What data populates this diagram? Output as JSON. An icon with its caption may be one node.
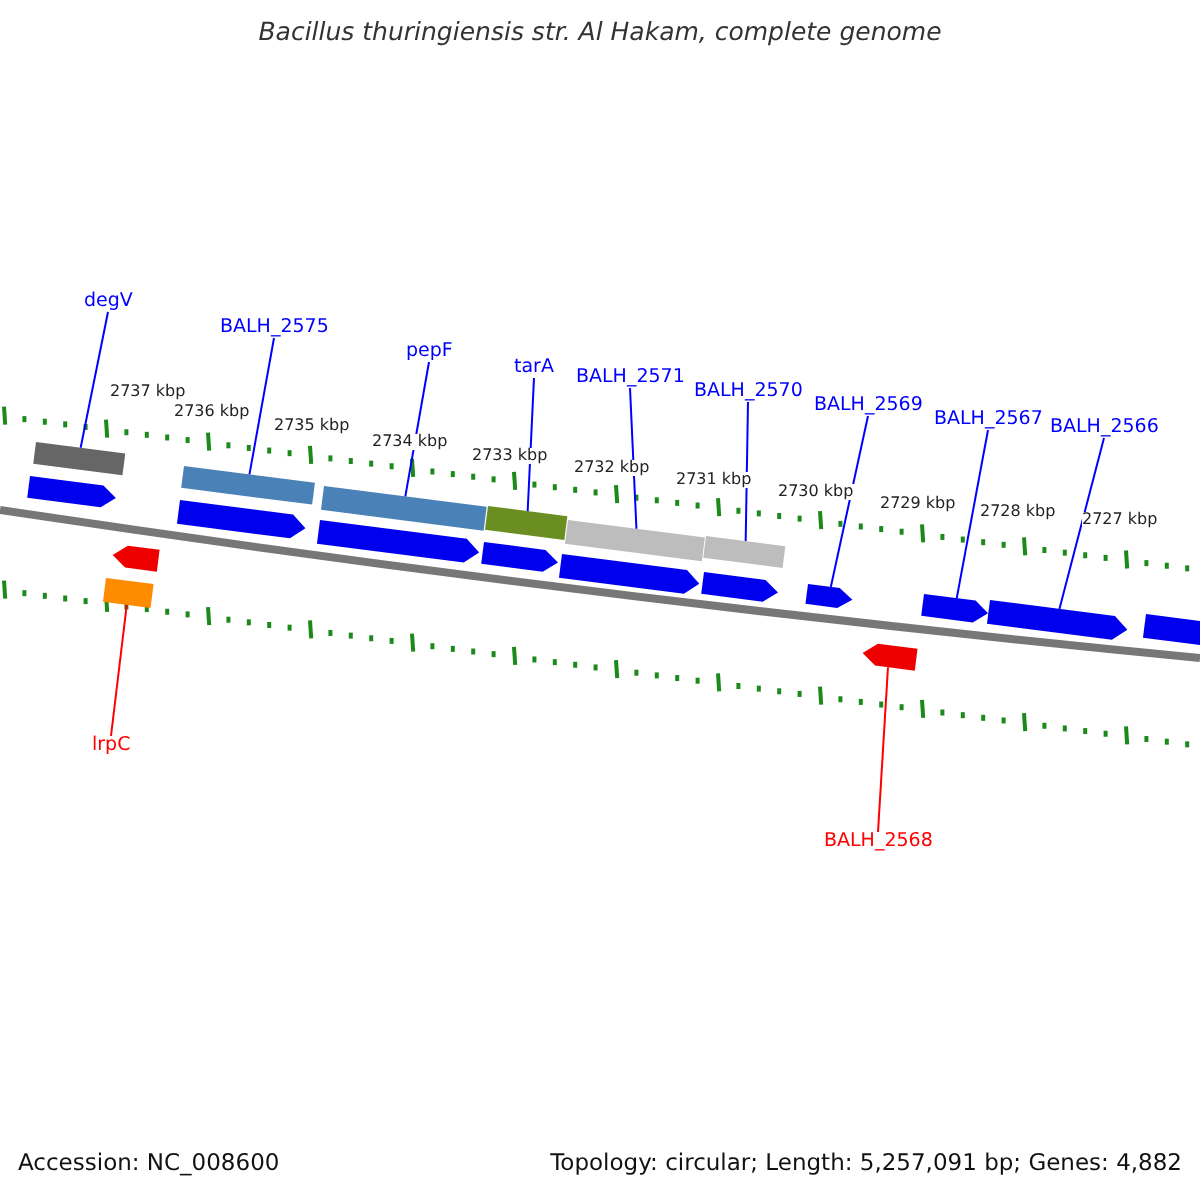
{
  "diagram": {
    "title": "Bacillus thuringiensis str. Al Hakam, complete genome",
    "nodes": [
      {
        "text": [
          "degV"
        ]
      },
      {
        "text": [
          "BALH_2575"
        ]
      },
      {
        "text": [
          "pepF"
        ]
      },
      {
        "text": [
          "tarA"
        ]
      },
      {
        "text": [
          "BALH_2571"
        ]
      },
      {
        "text": [
          "BALH_2570"
        ]
      },
      {
        "text": [
          "BALH_2569"
        ]
      },
      {
        "text": [
          "BALH_2567"
        ]
      },
      {
        "text": [
          "BALH_2566"
        ]
      },
      {
        "text": [
          "lrpC"
        ]
      },
      {
        "text": [
          "BALH_2568"
        ]
      },
      {
        "text": [],
        "shape": "box"
      },
      {
        "text": [],
        "shape": "pentagon"
      },
      {
        "text": [],
        "shape": "box"
      },
      {
        "text": [],
        "shape": "pentagon"
      },
      {
        "text": [],
        "shape": "box"
      },
      {
        "text": [],
        "shape": "pentagon"
      },
      {
        "text": [],
        "shape": "box"
      },
      {
        "text": [],
        "shape": "pentagon"
      },
      {
        "text": [],
        "shape": "box"
      },
      {
        "text": [],
        "shape": "pentagon"
      },
      {
        "text": [],
        "shape": "box"
      },
      {
        "text": [],
        "shape": "pentagon"
      },
      {
        "text": [],
        "shape": "pentagon"
      },
      {
        "text": [],
        "shape": "pentagon"
      },
      {
        "text": [],
        "shape": "pentagon"
      },
      {
        "text": [],
        "shape": "pentagon"
      },
      {
        "text": [],
        "shape": "pentagon"
      },
      {
        "text": [],
        "shape": "box"
      },
      {
        "text": [],
        "shape": "pentagon"
      }
    ],
    "edges": [
      {
        "from": 0,
        "to": 11,
        "arrow": "none"
      },
      {
        "from": 1,
        "to": 13,
        "arrow": "none"
      },
      {
        "from": 2,
        "to": 15,
        "arrow": "none"
      },
      {
        "from": 3,
        "to": 17,
        "arrow": "none"
      },
      {
        "from": 4,
        "to": 19,
        "arrow": "none"
      },
      {
        "from": 5,
        "to": 21,
        "arrow": "none"
      },
      {
        "from": 6,
        "to": 23,
        "arrow": "none"
      },
      {
        "from": 7,
        "to": 24,
        "arrow": "none"
      },
      {
        "from": 8,
        "to": 25,
        "arrow": "none"
      },
      {
        "from": 9,
        "to": 28,
        "arrow": "none",
        "color": "#ff0000"
      },
      {
        "from": 10,
        "to": 29,
        "arrow": "none",
        "color": "#ff0000"
      }
    ],
    "labels": [
      "2737 kbp",
      "2736 kbp",
      "2735 kbp",
      "2734 kbp",
      "2733 kbp",
      "2732 kbp",
      "2731 kbp",
      "2730 kbp",
      "2729 kbp",
      "2728 kbp",
      "2727 kbp",
      "Accession: NC_008600",
      "Topology: circular; Length: 5,257,091 bp; Genes: 4,882"
    ]
  }
}
